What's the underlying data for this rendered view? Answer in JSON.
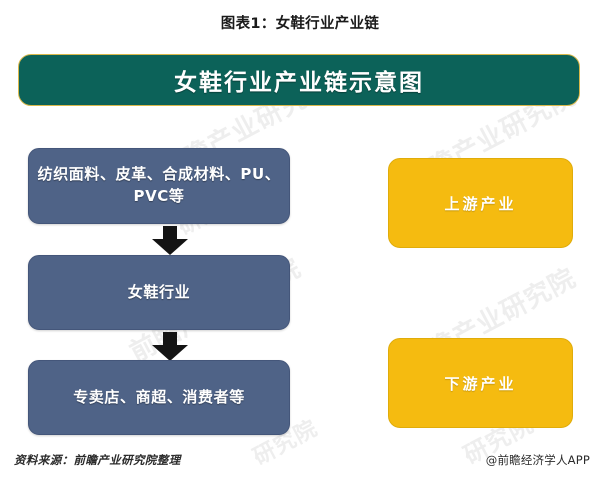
{
  "chart_title": "图表1：女鞋行业产业链",
  "banner": {
    "label": "女鞋行业产业链示意图",
    "fill_color": "#0C6259",
    "border_color": "#D9B84A"
  },
  "chart_data": {
    "type": "diagram",
    "title": "女鞋行业产业链示意图",
    "chain_nodes": [
      {
        "label": "纺织面料、皮革、合成材料、PU、PVC等",
        "level": 1,
        "color": "#4F6387"
      },
      {
        "label": "女鞋行业",
        "level": 2,
        "color": "#4F6387"
      },
      {
        "label": "专卖店、商超、消费者等",
        "level": 3,
        "color": "#4F6387"
      }
    ],
    "segment_labels": [
      {
        "label": "上游产业",
        "color": "#F5BB10"
      },
      {
        "label": "下游产业",
        "color": "#F5BB10"
      }
    ],
    "connectors": [
      {
        "from": "纺织面料、皮革、合成材料、PU、PVC等",
        "to": "女鞋行业",
        "direction": "down",
        "color": "#1A1A1A"
      },
      {
        "from": "女鞋行业",
        "to": "专卖店、商超、消费者等",
        "direction": "down",
        "color": "#1A1A1A"
      }
    ],
    "legend": [],
    "grid": false
  },
  "nodes": {
    "upstream_materials": "纺织面料、皮革、合成材料、PU、PVC等",
    "industry": "女鞋行业",
    "downstream_channels": "专卖店、商超、消费者等"
  },
  "side_labels": {
    "upstream": "上游产业",
    "downstream": "下游产业"
  },
  "footer": {
    "source": "资料来源：前瞻产业研究院整理",
    "brand": "@前瞻经济学人APP"
  },
  "watermark": {
    "text": "前瞻产业研究院",
    "short": "研究院"
  }
}
